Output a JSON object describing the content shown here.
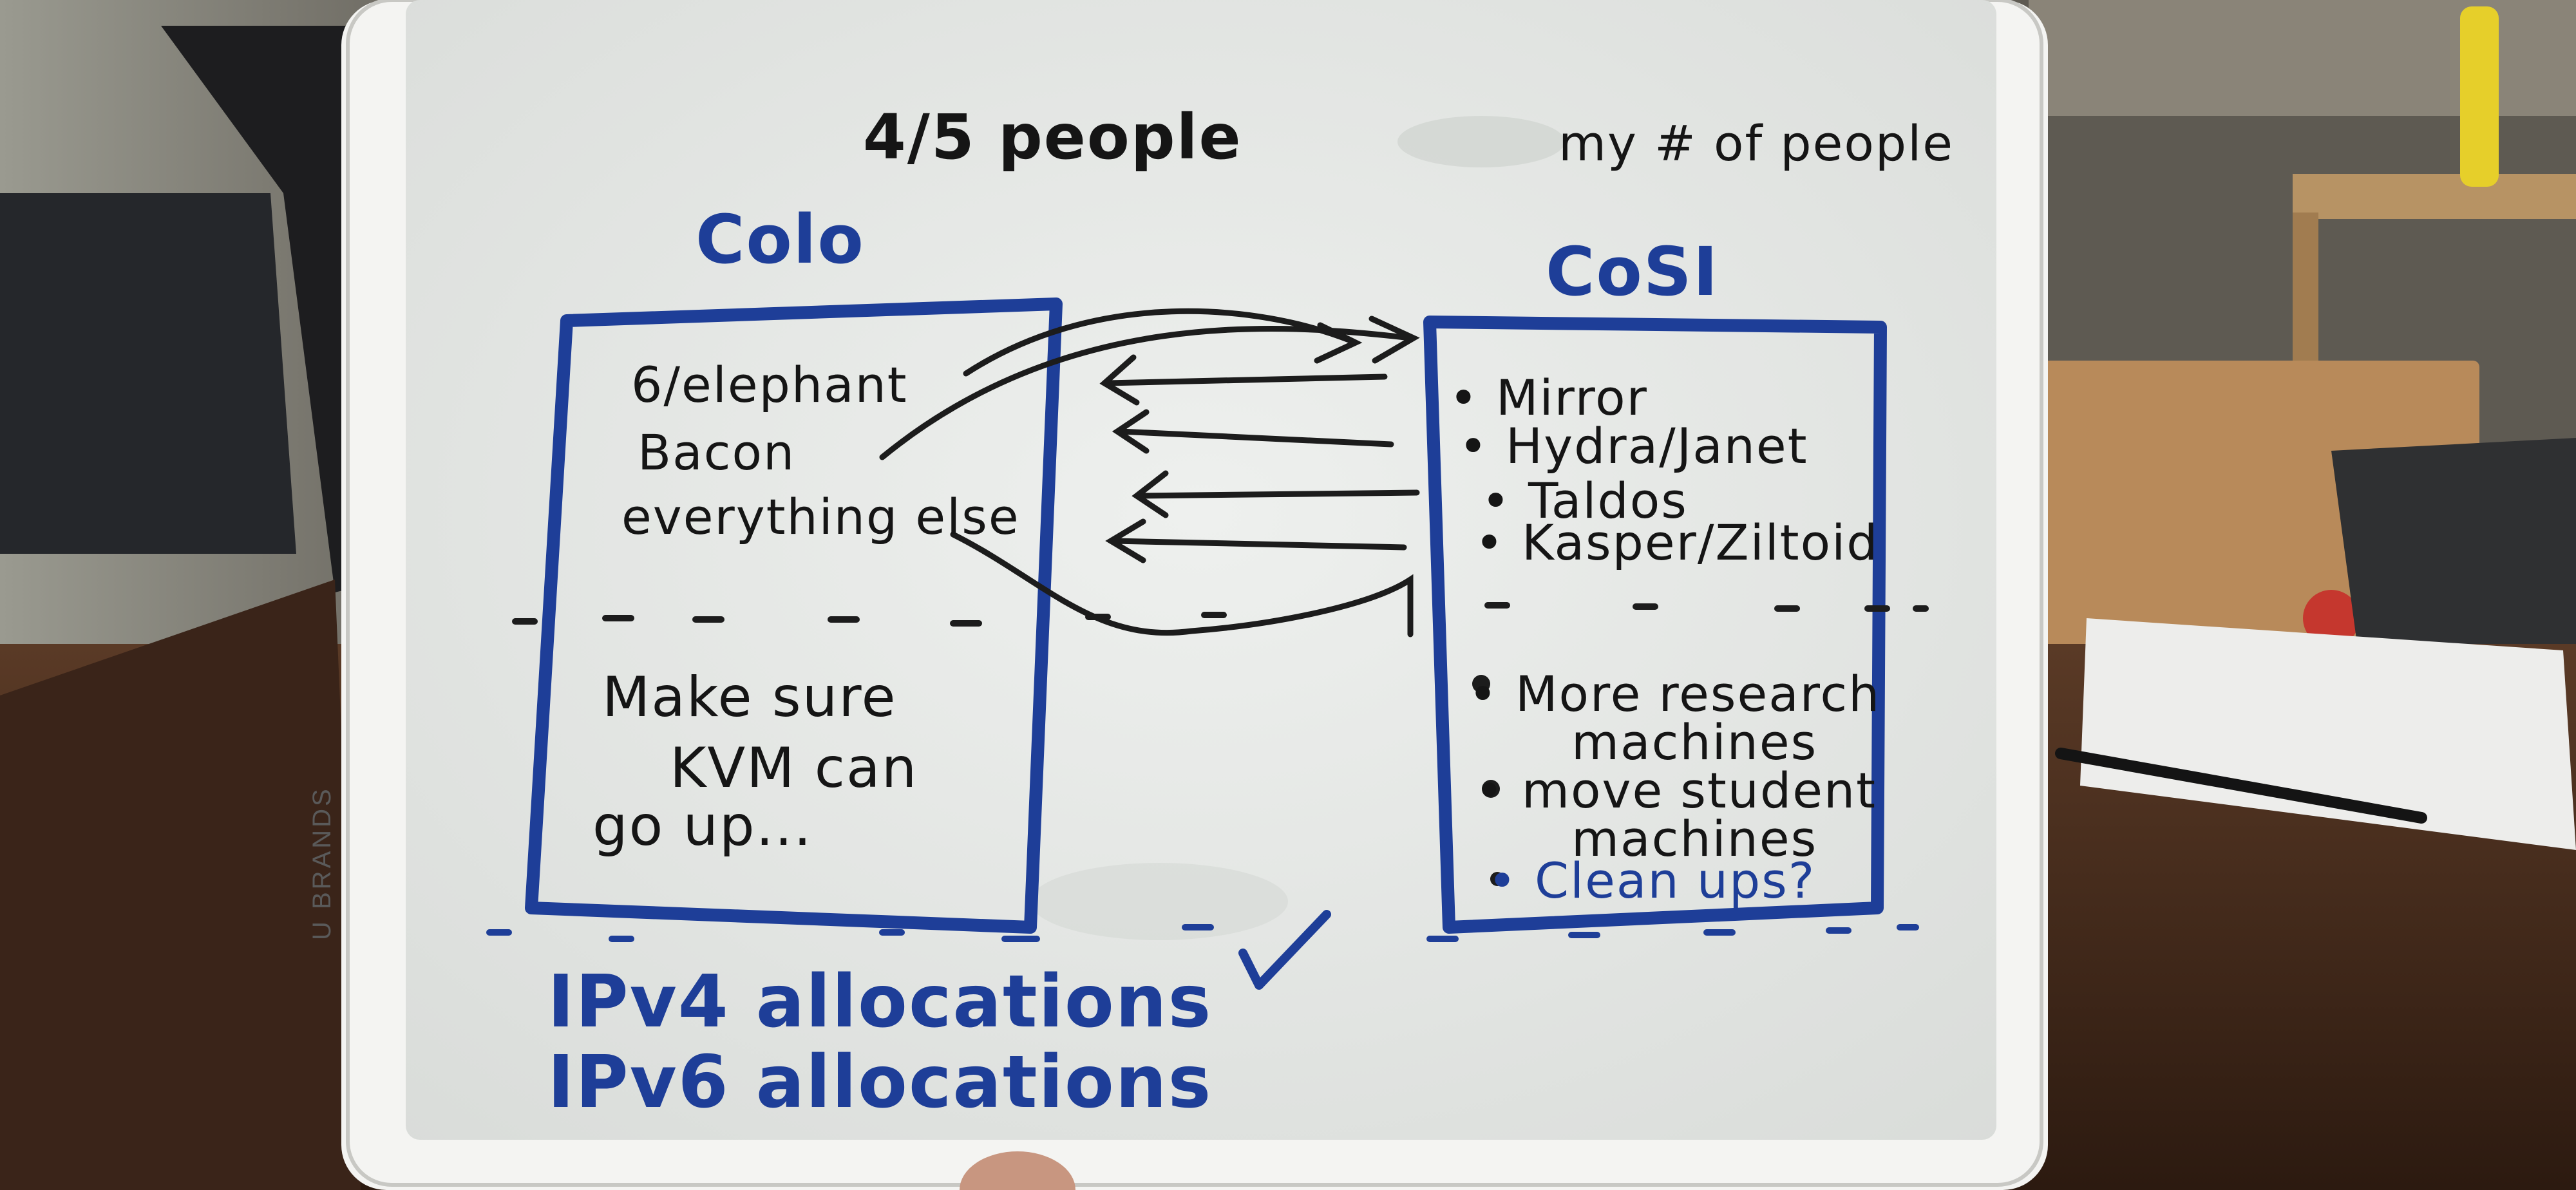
{
  "board": {
    "brand": "U BRANDS",
    "top_left_note": "4/5 people",
    "top_right_note": "my # of people",
    "footer": [
      "IPv4 allocations",
      "IPv6 allocations"
    ],
    "checkmark": "✓"
  },
  "left_column": {
    "title": "Colo",
    "items": [
      "6/elephant",
      "Bacon",
      "everything else"
    ],
    "note_lines": [
      "Make sure",
      "KVM can",
      "go up..."
    ]
  },
  "right_column": {
    "title": "CoSI",
    "items": [
      "• Mirror",
      "• Hydra/Janet",
      "• Taldos",
      "• Kasper/Ziltoid"
    ],
    "note_items": [
      "• More research",
      "machines",
      "• move student",
      "machines",
      "• Clean ups?"
    ]
  },
  "colors": {
    "marker_blue": "#1e3e98",
    "marker_black": "#151515",
    "board_white": "#e9ecea",
    "frame_white": "#f4f4f2",
    "table_brown": "#4a2e1e"
  }
}
